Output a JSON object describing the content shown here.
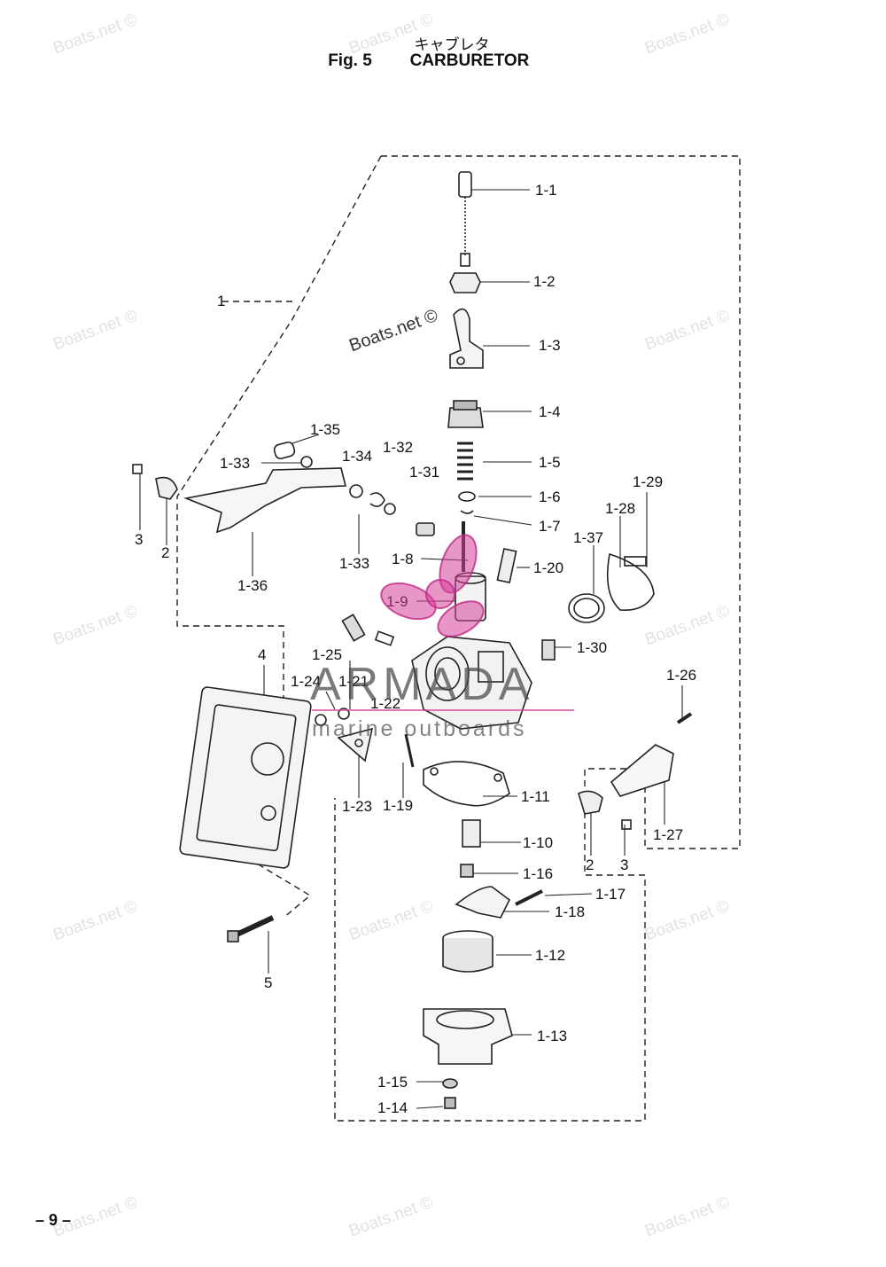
{
  "header": {
    "jp_title": "キャブレタ",
    "fig_label": "Fig. 5",
    "fig_title": "CARBURETOR"
  },
  "watermark": {
    "text": "Boats.net ©",
    "brand": "ARMADA",
    "brand_sub": "marine outboards",
    "brand_color": "#d6409a"
  },
  "page_number": "– 9 –",
  "callouts": {
    "c1": "1",
    "c1_1": "1-1",
    "c1_2": "1-2",
    "c1_3": "1-3",
    "c1_4": "1-4",
    "c1_5": "1-5",
    "c1_6": "1-6",
    "c1_7": "1-7",
    "c1_8": "1-8",
    "c1_9": "1-9",
    "c1_10": "1-10",
    "c1_11": "1-11",
    "c1_12": "1-12",
    "c1_13": "1-13",
    "c1_14": "1-14",
    "c1_15": "1-15",
    "c1_16": "1-16",
    "c1_17": "1-17",
    "c1_18": "1-18",
    "c1_19": "1-19",
    "c1_20": "1-20",
    "c1_21": "1-21",
    "c1_22": "1-22",
    "c1_23": "1-23",
    "c1_24": "1-24",
    "c1_25": "1-25",
    "c1_26": "1-26",
    "c1_27": "1-27",
    "c1_28": "1-28",
    "c1_29": "1-29",
    "c1_30": "1-30",
    "c1_31": "1-31",
    "c1_32": "1-32",
    "c1_33a": "1-33",
    "c1_33b": "1-33",
    "c1_34": "1-34",
    "c1_35": "1-35",
    "c1_36": "1-36",
    "c1_37": "1-37",
    "c2a": "2",
    "c2b": "2",
    "c3a": "3",
    "c3b": "3",
    "c4": "4",
    "c5": "5"
  }
}
